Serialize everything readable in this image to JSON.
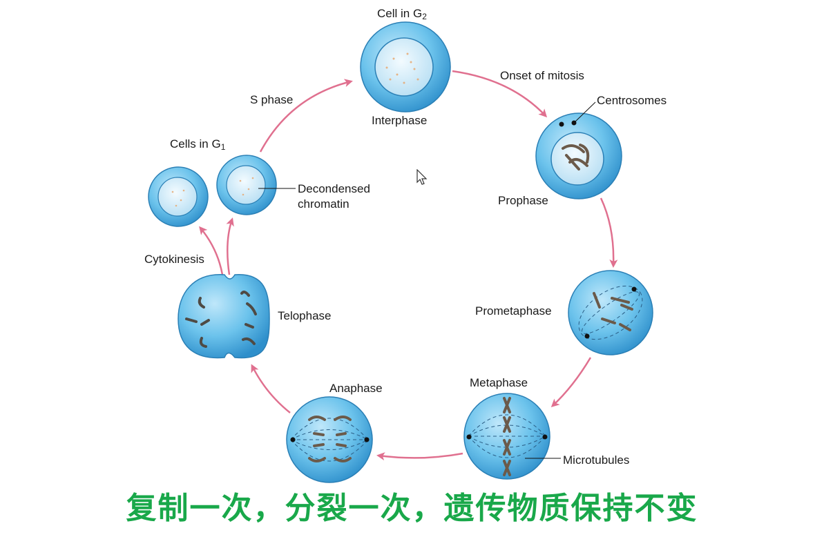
{
  "labels": {
    "cell_g2": "Cell in G",
    "cell_g2_sub": "2",
    "interphase": "Interphase",
    "onset": "Onset of mitosis",
    "centrosomes": "Centrosomes",
    "prophase": "Prophase",
    "prometaphase": "Prometaphase",
    "metaphase": "Metaphase",
    "microtubules": "Microtubules",
    "anaphase": "Anaphase",
    "telophase": "Telophase",
    "cytokinesis": "Cytokinesis",
    "cells_g1": "Cells in G",
    "cells_g1_sub": "1",
    "decondensed_1": "Decondensed",
    "decondensed_2": "chromatin",
    "s_phase": "S phase"
  },
  "caption": "复制一次，分裂一次，遗传物质保持不变",
  "colors": {
    "cell_fill": "#4fb3e6",
    "nucleus_fill": "#b9e3f7",
    "arrow": "#e0708f",
    "caption": "#19a84a"
  }
}
